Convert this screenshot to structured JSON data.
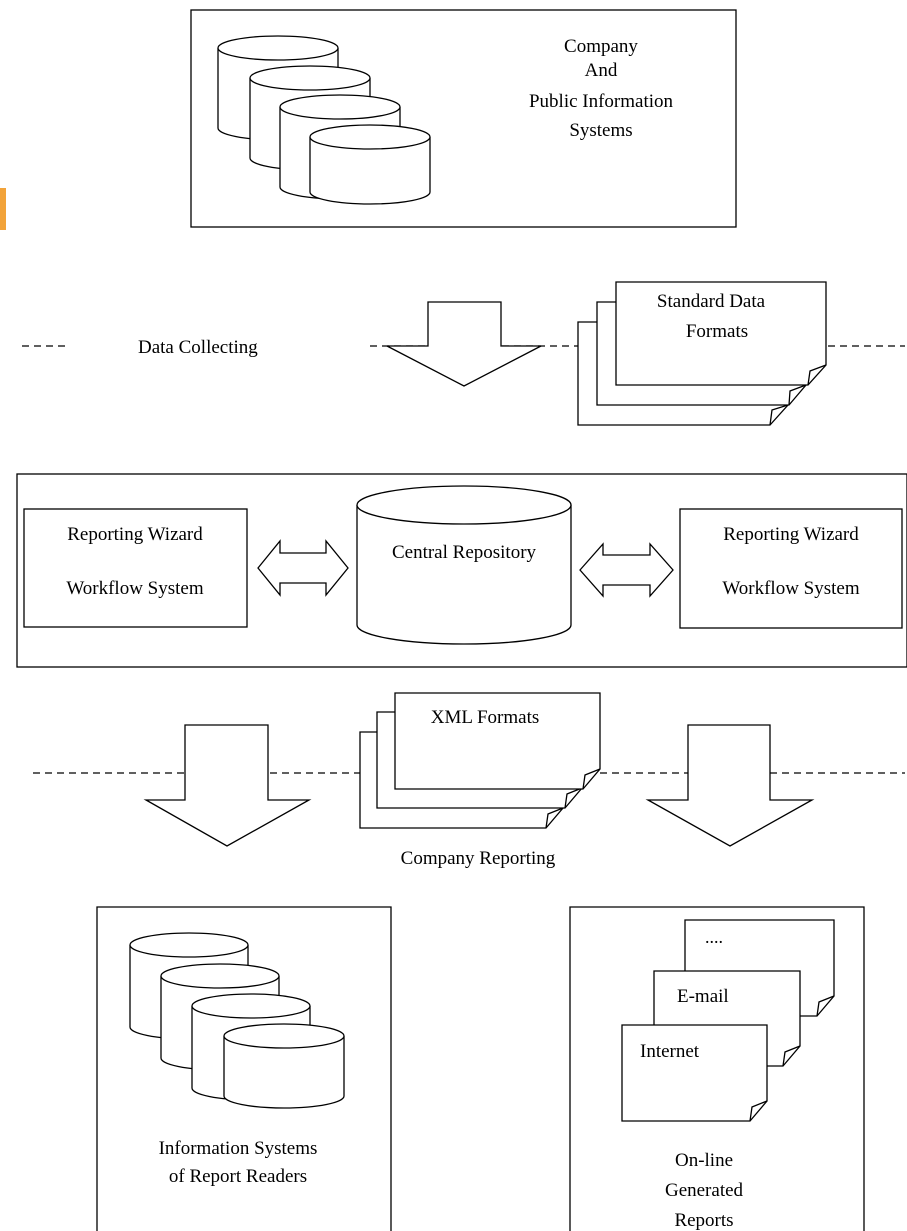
{
  "source_box": {
    "label_lines": [
      "Company",
      "And",
      "Public Information",
      "Systems"
    ]
  },
  "data_collecting": {
    "label": "Data Collecting",
    "formats_lines": [
      "Standard Data",
      "Formats"
    ]
  },
  "central": {
    "left_wizard_lines": [
      "Reporting Wizard",
      "Workflow System"
    ],
    "repository_label": "Central Repository",
    "right_wizard_lines": [
      "Reporting Wizard",
      "Workflow System"
    ]
  },
  "reporting": {
    "formats_label": "XML Formats",
    "label": "Company Reporting"
  },
  "readers_box": {
    "label_lines": [
      "Information Systems",
      "of Report Readers"
    ]
  },
  "online_box": {
    "doc_labels": [
      "....",
      "E-mail",
      "Internet"
    ],
    "label_lines": [
      "On-line",
      "Generated",
      "Reports"
    ]
  },
  "colors": {
    "accent_bar": "#f2a33a",
    "stroke": "#000000",
    "background": "#ffffff"
  }
}
